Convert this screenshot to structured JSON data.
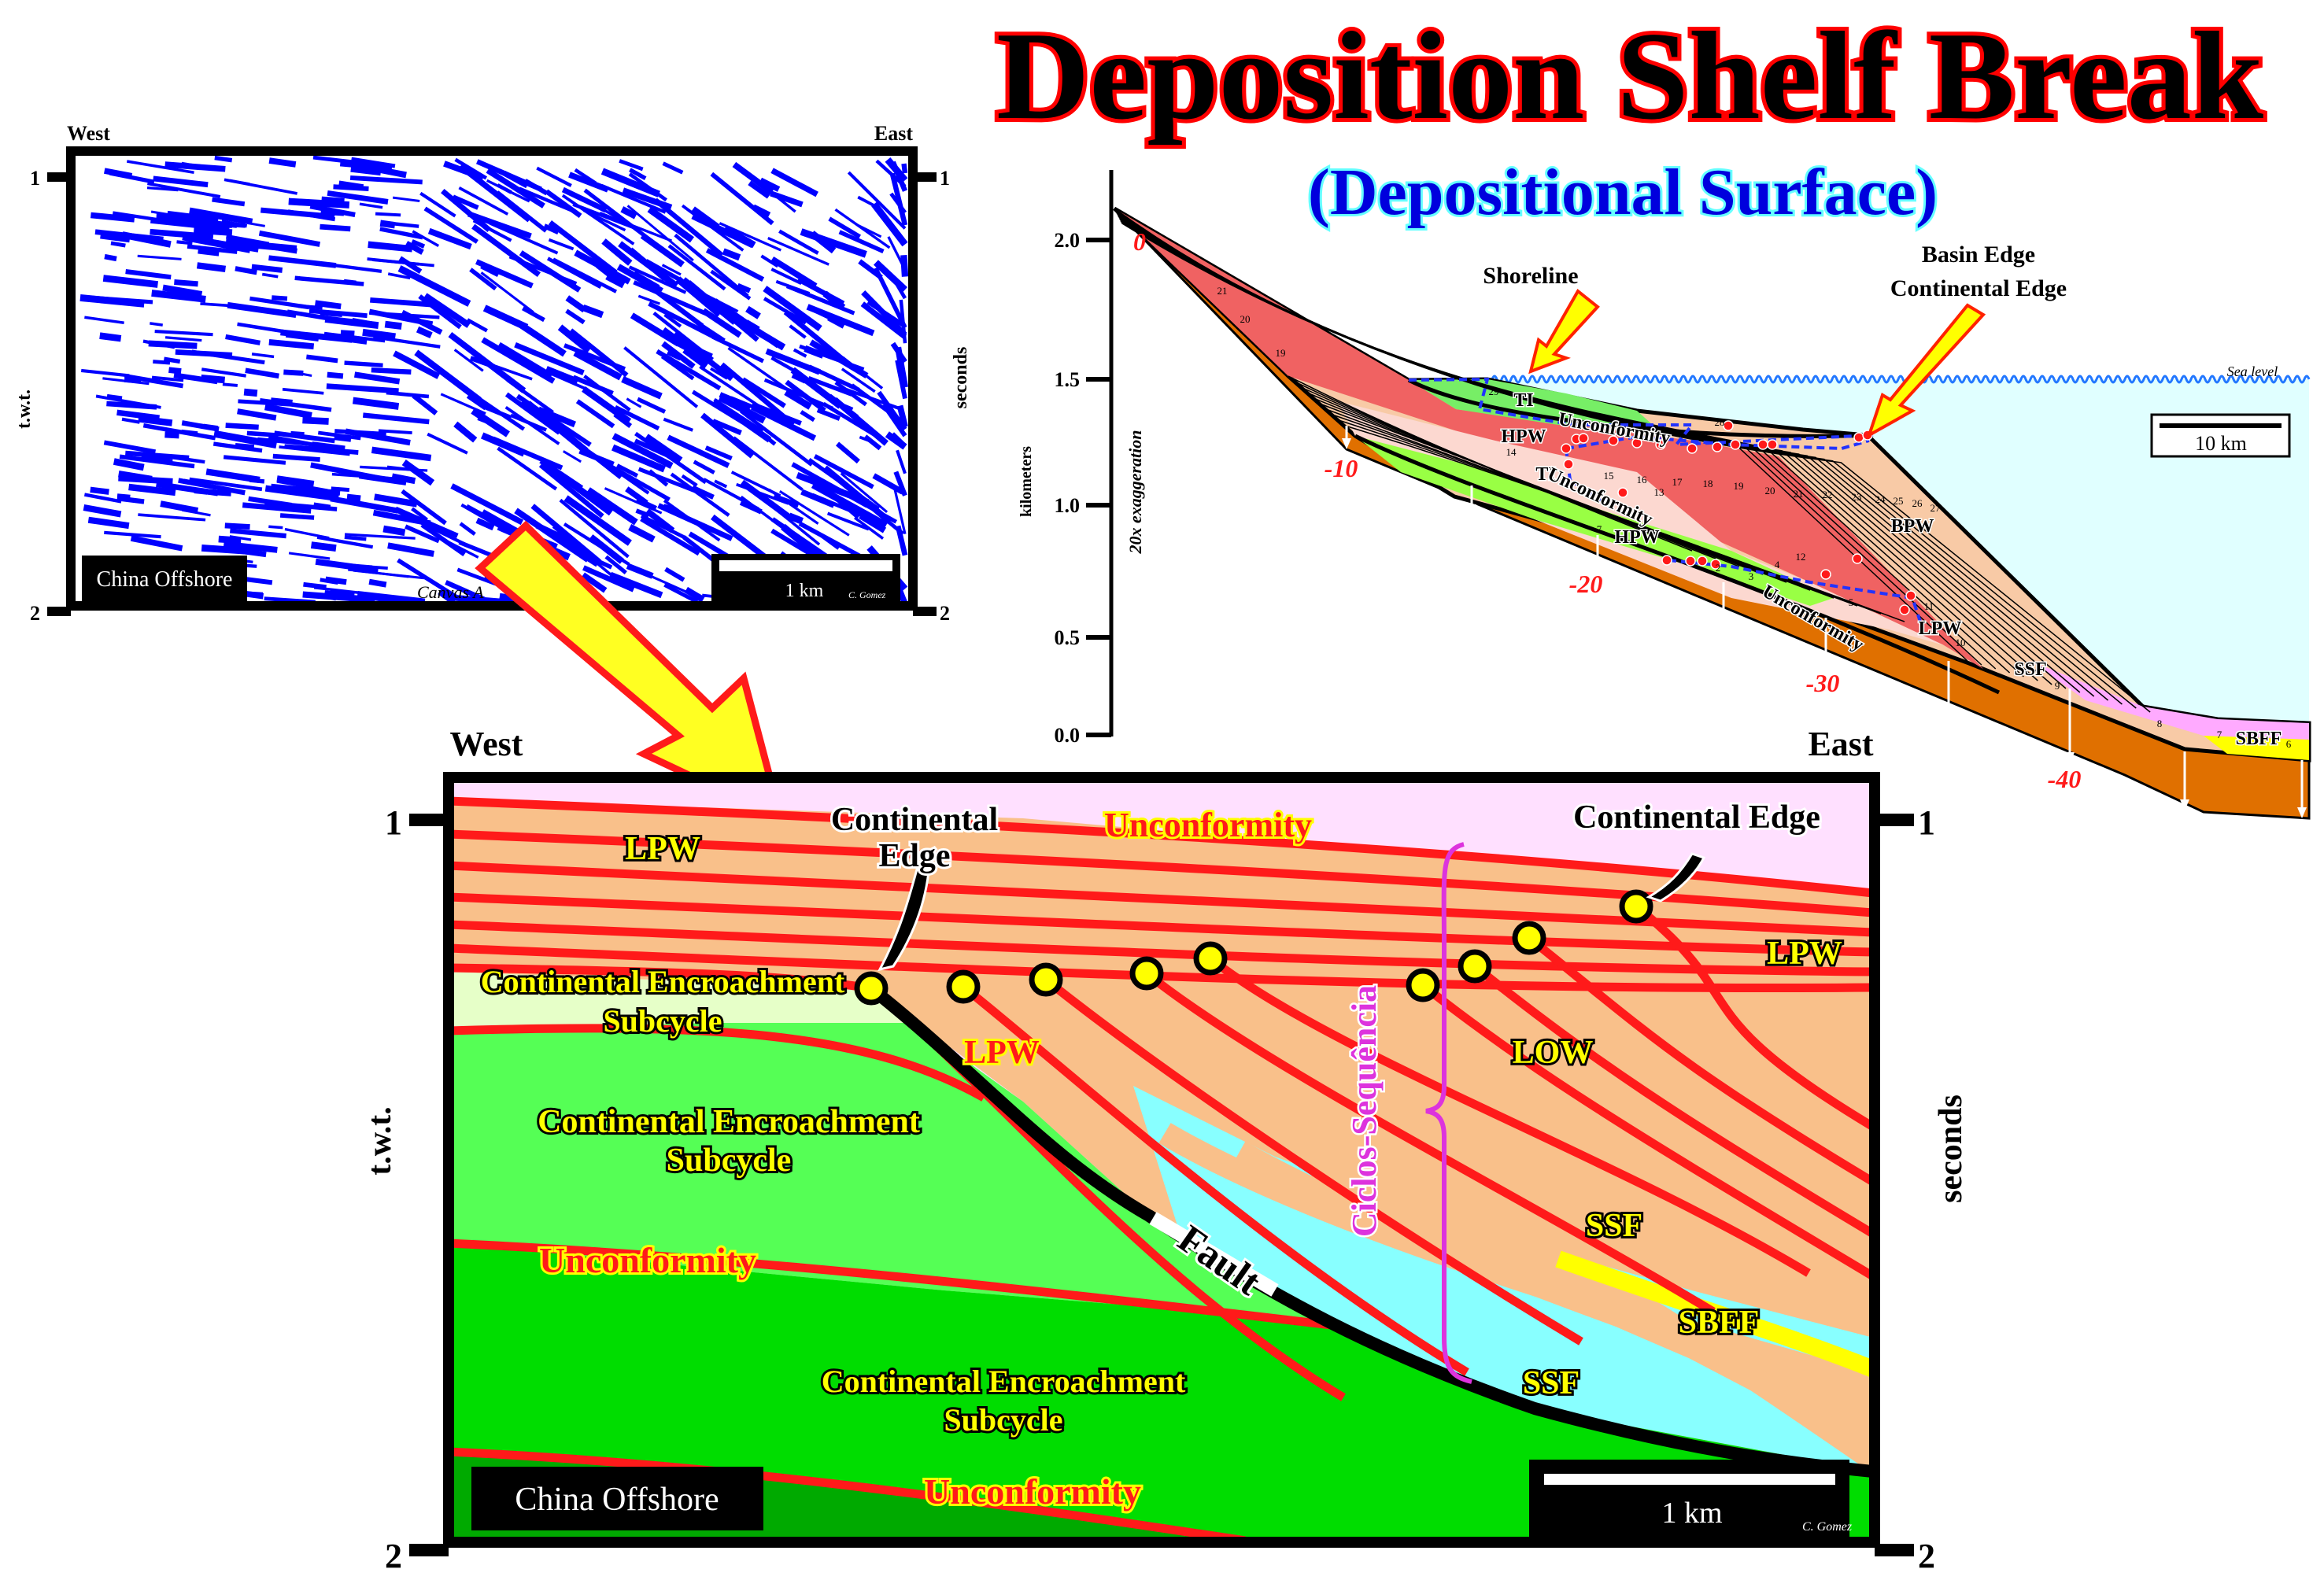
{
  "title": "Deposition Shelf Break",
  "subtitle": "(Depositional Surface)",
  "colors": {
    "title_fill": "#000000",
    "title_outline": "#ff0000",
    "subtitle": "#0000dd",
    "seismic": "#0000ff",
    "red_line": "#ff1a1a",
    "peach": "#f9c08a",
    "cyan": "#88ffff",
    "green": "#55ff55",
    "dark_green": "#00dd00",
    "basement": "#e07000"
  },
  "seismic": {
    "west": "West",
    "east": "East",
    "tick_top": "1",
    "tick_bottom": "2",
    "left_axis": "t.w.t.",
    "right_axis": "seconds",
    "location": "China Offshore",
    "scale": "1 km",
    "credit": "C. Gomez",
    "watermark": "Canvas A"
  },
  "profile": {
    "y_axis_label": "kilometers",
    "exaggeration": "20x exaggeration",
    "ticks": [
      "2.0",
      "1.5",
      "1.0",
      "0.5",
      "0.0"
    ],
    "shoreline": "Shoreline",
    "basin_edge": [
      "Basin Edge",
      "Continental Edge"
    ],
    "sea_level": "Sea level",
    "scale": "10 km",
    "subsidence": [
      "0",
      "-10",
      "-20",
      "-30",
      "-40"
    ],
    "labels": [
      "TI",
      "HPW",
      "Unconformity",
      "TI",
      "Unconformity",
      "HPW",
      "BPW",
      "Unconformity",
      "LPW",
      "SSF",
      "SBFF"
    ],
    "layer_numbers": [
      "21",
      "20",
      "19",
      "29",
      "28",
      "14",
      "15",
      "16",
      "17",
      "18",
      "19",
      "20",
      "21",
      "22",
      "23",
      "24",
      "25",
      "26",
      "27",
      "13",
      "7",
      "12",
      "2",
      "3",
      "4",
      "5",
      "11",
      "10",
      "9",
      "8",
      "7",
      "6"
    ]
  },
  "interpretation": {
    "west": "West",
    "east": "East",
    "ticks": [
      "1",
      "2"
    ],
    "left_axis": "t.w.t.",
    "right_axis": "seconds",
    "lpw_top": "LPW",
    "continental_edge_left": [
      "Continental",
      "Edge"
    ],
    "unconformity_top": "Unconformity",
    "continental_edge_right": "Continental Edge",
    "lpw_right": "LPW",
    "ce_subcycle_1": [
      "Continental Encroachment",
      "Subcycle"
    ],
    "lpw_mid": "LPW",
    "low": "LOW",
    "ce_subcycle_2": [
      "Continental Encroachment",
      "Subcycle"
    ],
    "ciclos": "Ciclos-Sequência",
    "ssf_1": "SSF",
    "fault": "Fault",
    "unconformity_mid": "Unconformity",
    "sbff": "SBFF",
    "ssf_2": "SSF",
    "ce_subcycle_3": [
      "Continental Encroachment",
      "Subcycle"
    ],
    "location": "China Offshore",
    "unconformity_bottom": "Unconformity",
    "scale": "1 km",
    "credit": "C. Gomez"
  }
}
